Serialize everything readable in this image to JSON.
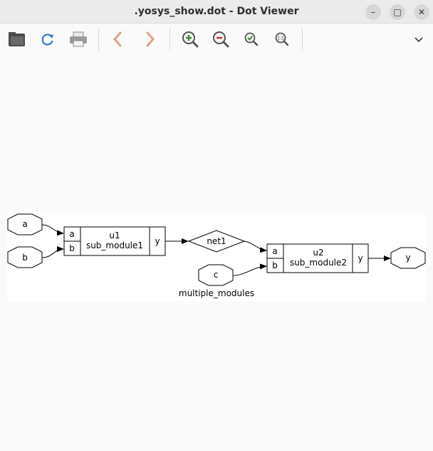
{
  "window": {
    "title": ".yosys_show.dot - Dot Viewer"
  },
  "toolbar": {
    "icons": [
      "open-icon",
      "reload-icon",
      "print-icon",
      "back-icon",
      "forward-icon",
      "zoom-in-icon",
      "zoom-out-icon",
      "zoom-fit-icon",
      "zoom-100-icon",
      "menu-chevron-icon"
    ]
  },
  "graph": {
    "name": "multiple_modules",
    "inputs": {
      "a": "a",
      "b": "b",
      "c": "c"
    },
    "output": "y",
    "cell1": {
      "id": "u1",
      "type": "sub_module1",
      "port_a": "a",
      "port_b": "b",
      "port_y": "y"
    },
    "cell2": {
      "id": "u2",
      "type": "sub_module2",
      "port_a": "a",
      "port_b": "b",
      "port_y": "y"
    },
    "net": "net1"
  },
  "colors": {
    "accent_blue": "#2a7bd1",
    "zoom_in": "#3a8a2e",
    "zoom_out": "#c0392b",
    "arrows": "#e0a08a"
  }
}
